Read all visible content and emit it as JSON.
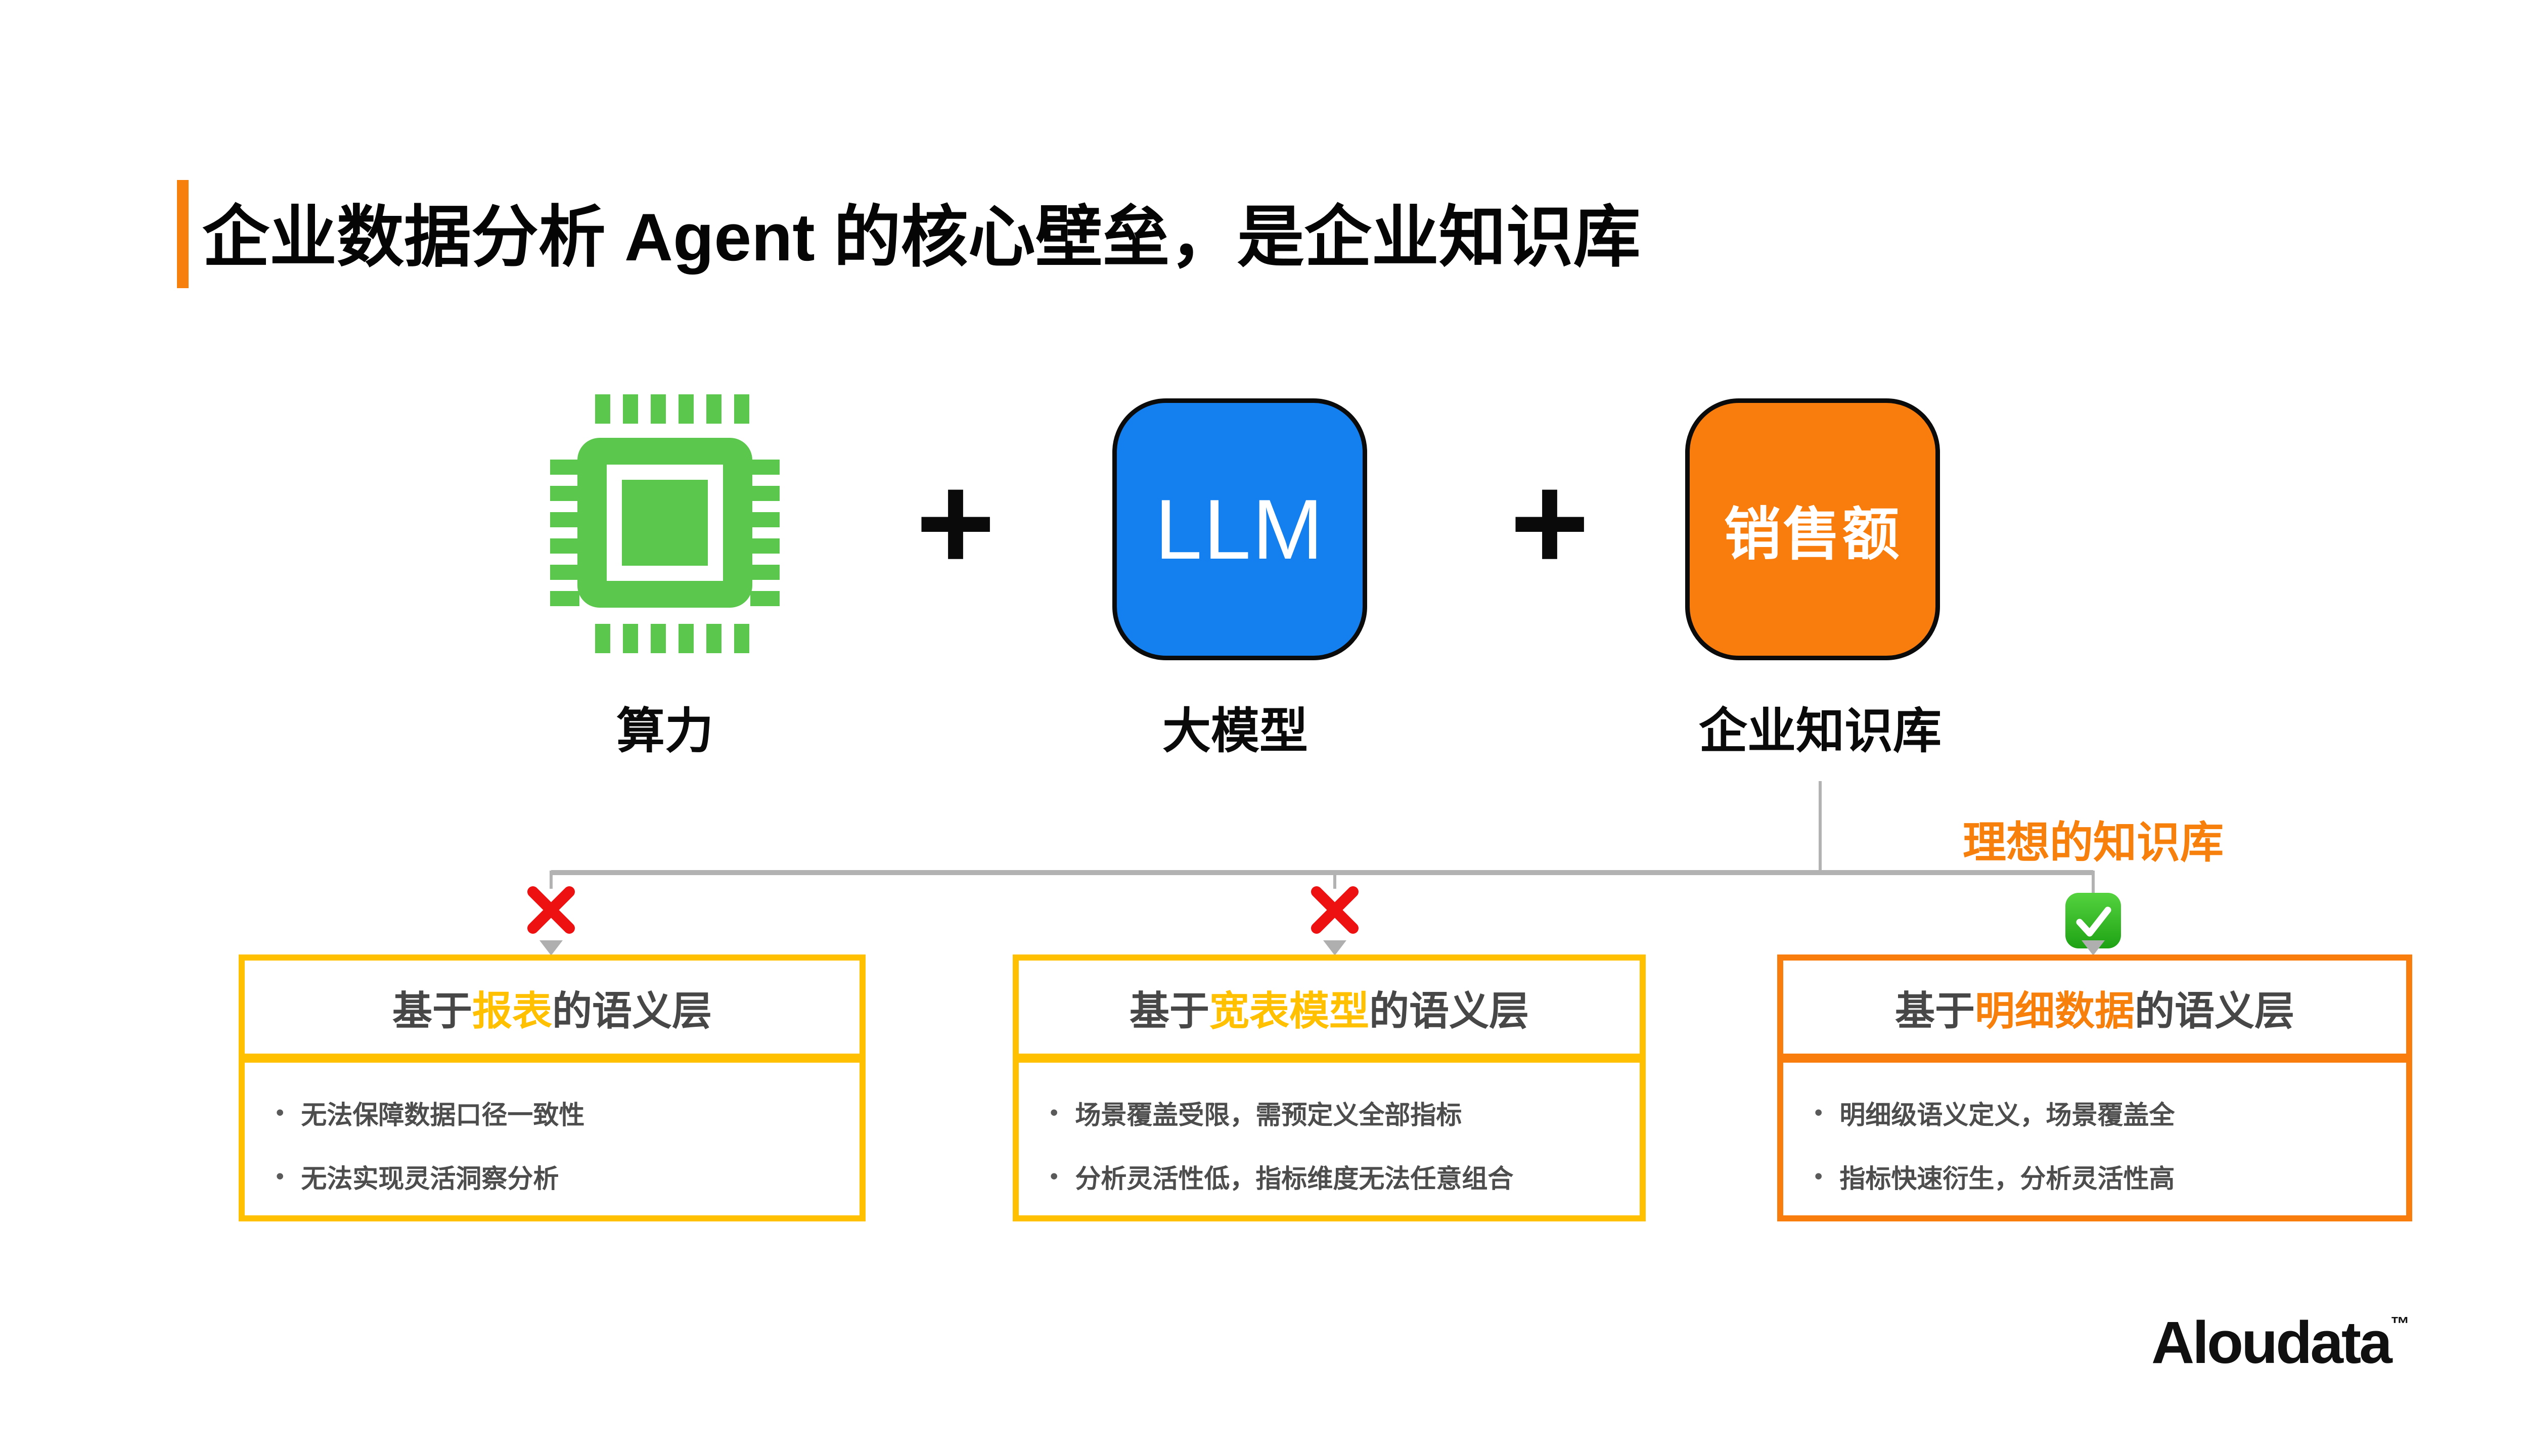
{
  "slide": {
    "title": "企业数据分析 Agent 的核心壁垒，是企业知识库"
  },
  "formula": {
    "plus": "+",
    "items": [
      {
        "label": "算力",
        "icon": "cpu-chip-icon",
        "color": "#5BC74D"
      },
      {
        "label": "大模型",
        "box_text": "LLM",
        "color": "#1480EF"
      },
      {
        "label": "企业知识库",
        "box_text": "销售额",
        "color": "#F87D0C"
      }
    ]
  },
  "annotation": {
    "ideal_kb_label": "理想的知识库"
  },
  "cards": [
    {
      "heading_prefix": "基于",
      "heading_highlight": "报表",
      "heading_suffix": "的语义层",
      "accent_color": "#FFC000",
      "verdict": "cross",
      "bullet_marker": "•",
      "bullets": [
        "无法保障数据口径一致性",
        "无法实现灵活洞察分析"
      ]
    },
    {
      "heading_prefix": "基于",
      "heading_highlight": "宽表模型",
      "heading_suffix": "的语义层",
      "accent_color": "#FFC000",
      "verdict": "cross",
      "bullet_marker": "•",
      "bullets": [
        "场景覆盖受限，需预定义全部指标",
        "分析灵活性低，指标维度无法任意组合"
      ]
    },
    {
      "heading_prefix": "基于",
      "heading_highlight": "明细数据",
      "heading_suffix": "的语义层",
      "accent_color": "#F87D0C",
      "verdict": "check",
      "bullet_marker": "•",
      "bullets": [
        "明细级语义定义，场景覆盖全",
        "指标快速衍生，分析灵活性高"
      ]
    }
  ],
  "colors": {
    "title_accent": "#F7800C",
    "gold": "#FFC000",
    "orange": "#F87D0C",
    "blue": "#1480EF",
    "chip_green": "#5BC74D",
    "cross_red": "#ED1111",
    "check_green": "#2FBE26",
    "connector_gray": "#B2B2B2",
    "body_text": "#4D4D4D"
  },
  "footer": {
    "logo_text": "Aloudata",
    "trademark": "™"
  }
}
